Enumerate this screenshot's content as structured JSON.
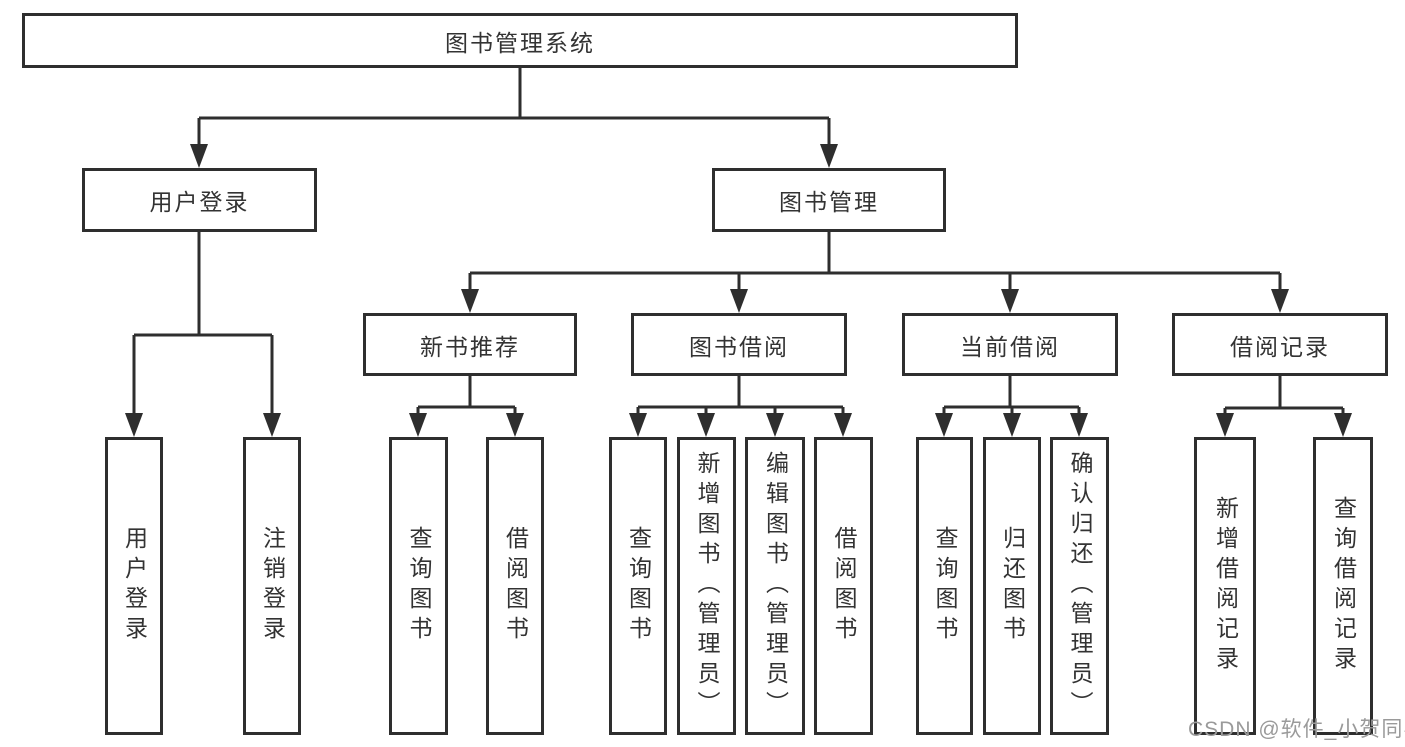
{
  "tree": {
    "label": "图书管理系统",
    "children": [
      {
        "label": "用户登录",
        "children": [
          {
            "label": "用户登录"
          },
          {
            "label": "注销登录"
          }
        ]
      },
      {
        "label": "图书管理",
        "children": [
          {
            "label": "新书推荐",
            "children": [
              {
                "label": "查询图书"
              },
              {
                "label": "借阅图书"
              }
            ]
          },
          {
            "label": "图书借阅",
            "children": [
              {
                "label": "查询图书"
              },
              {
                "label": "新增图书（管理员）"
              },
              {
                "label": "编辑图书（管理员）"
              },
              {
                "label": "借阅图书"
              }
            ]
          },
          {
            "label": "当前借阅",
            "children": [
              {
                "label": "查询图书"
              },
              {
                "label": "归还图书"
              },
              {
                "label": "确认归还（管理员）"
              }
            ]
          },
          {
            "label": "借阅记录",
            "children": [
              {
                "label": "新增借阅记录"
              },
              {
                "label": "查询借阅记录"
              }
            ]
          }
        ]
      }
    ]
  },
  "watermark": "CSDN @软件_小贺同学",
  "colors": {
    "line": "#2e2e2e",
    "text": "#333333",
    "watermark": "#9a9a9a",
    "background": "#ffffff"
  }
}
